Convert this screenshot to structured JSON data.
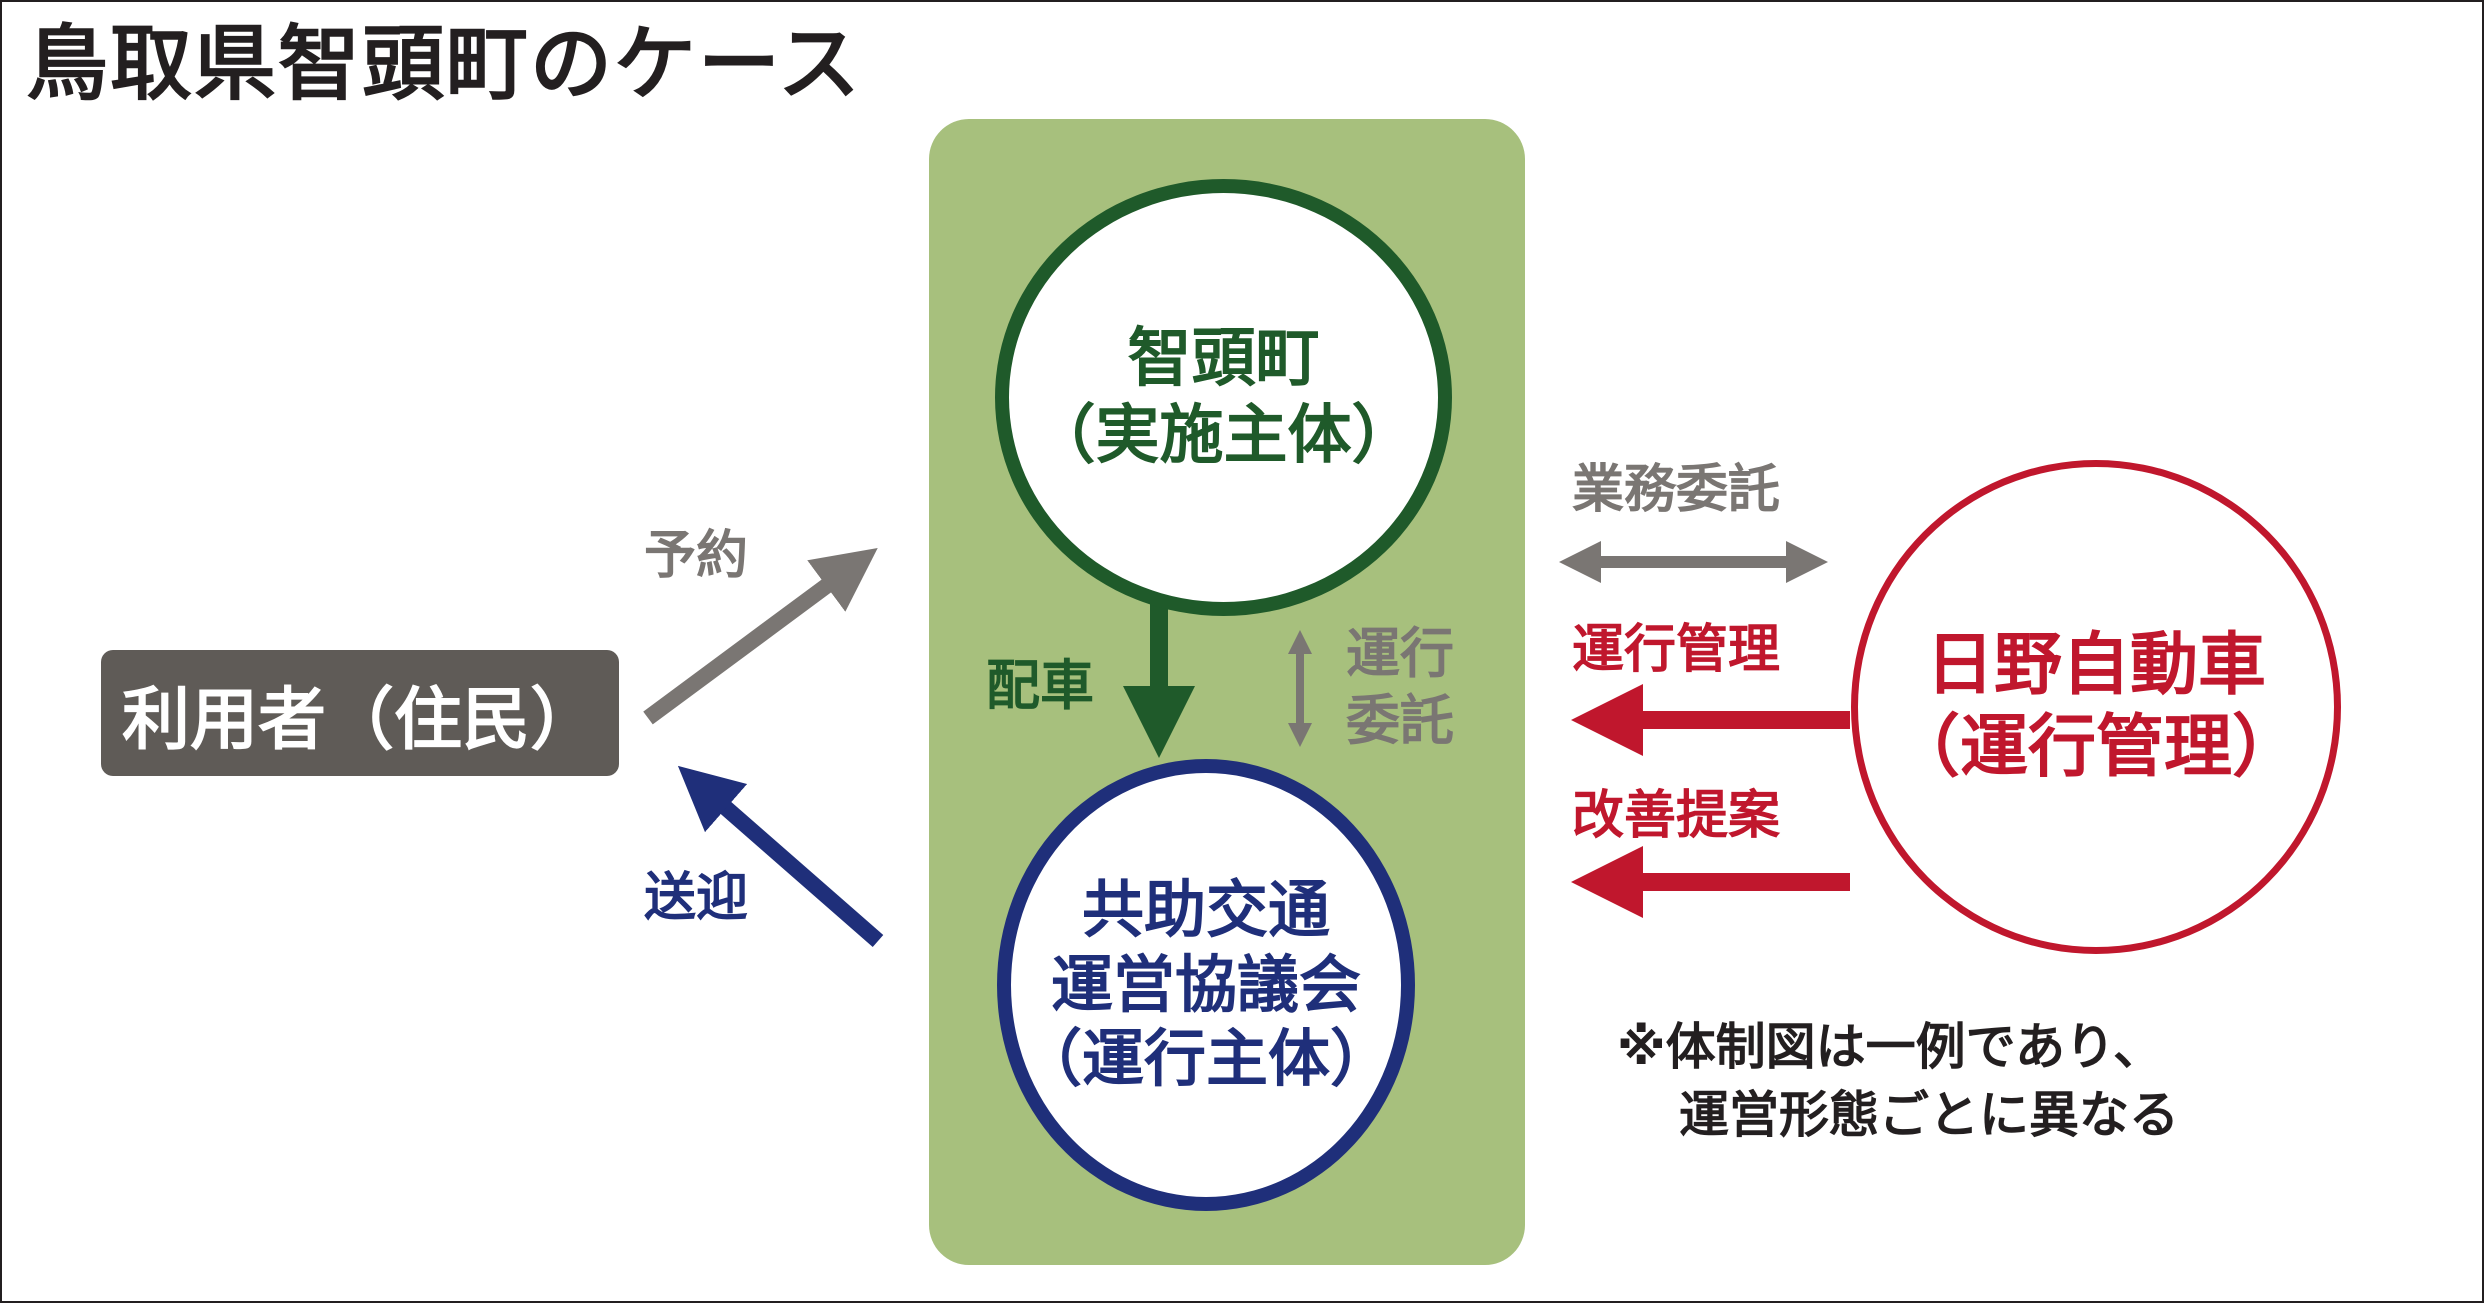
{
  "title": "鳥取県智頭町のケース",
  "nodes": {
    "town": {
      "line1": "智頭町",
      "line2": "（実施主体）"
    },
    "council": {
      "line1": "共助交通",
      "line2": "運営協議会",
      "line3": "（運行主体）"
    },
    "hino": {
      "line1": "日野自動車",
      "line2": "（運行管理）"
    },
    "user": {
      "label": "利用者（住民）"
    }
  },
  "edges": {
    "reservation": "予約",
    "pickup": "送迎",
    "dispatch": "配車",
    "operation_consign_line1": "運行",
    "operation_consign_line2": "委託",
    "business_consign": "業務委託",
    "operation_management": "運行管理",
    "improvement_proposal": "改善提案"
  },
  "note": {
    "line1": "※体制図は一例であり、",
    "line2": "運営形態ごとに異なる"
  },
  "colors": {
    "panel": "#a7c07d",
    "town": "#1f5a2a",
    "council": "#1f2f7a",
    "hino": "#c0172d",
    "gray_arrow": "#7a7673",
    "user_box": "#5f5b57"
  }
}
